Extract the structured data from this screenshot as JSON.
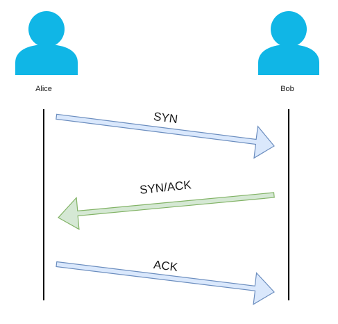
{
  "diagram": {
    "colors": {
      "background": "#ffffff",
      "actor_fill": "#10b6e6",
      "lifeline": "#000000",
      "syn_fill": "#dae8fc",
      "syn_stroke": "#6c8ebf",
      "synack_fill": "#d5e8d4",
      "synack_stroke": "#82b366",
      "ack_fill": "#dae8fc",
      "ack_stroke": "#6c8ebf"
    },
    "actors": [
      {
        "name": "Alice",
        "icon": "user-icon"
      },
      {
        "name": "Bob",
        "icon": "user-icon"
      }
    ],
    "messages": [
      {
        "label": "SYN",
        "from": "Alice",
        "to": "Bob"
      },
      {
        "label": "SYN/ACK",
        "from": "Bob",
        "to": "Alice"
      },
      {
        "label": "ACK",
        "from": "Alice",
        "to": "Bob"
      }
    ]
  }
}
